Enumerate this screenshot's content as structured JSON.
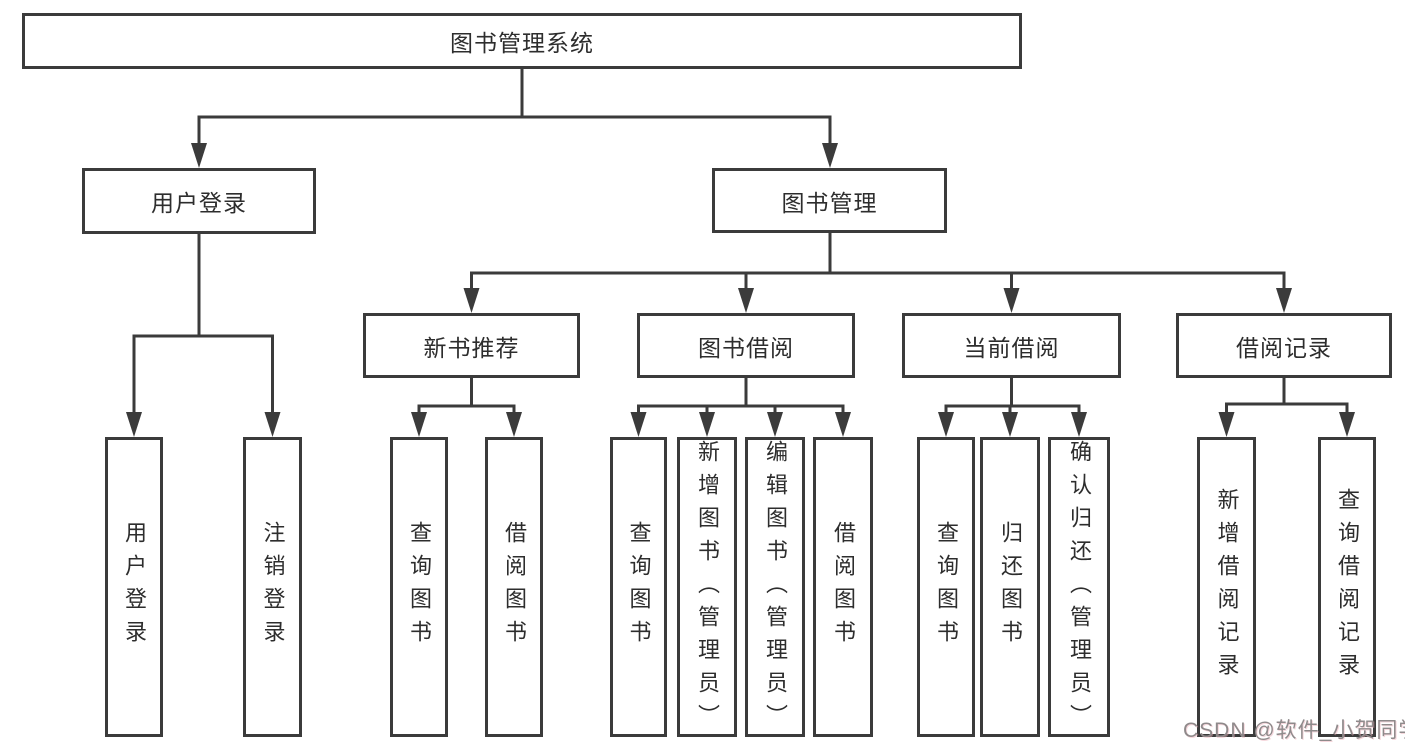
{
  "colors": {
    "line": "#3b3b3b",
    "background": "#ffffff",
    "box_border": "#3b3b3b",
    "text": "#2d2d2d",
    "watermark": "#8f8a8b"
  },
  "watermark": {
    "text": "CSDN @软件_小贺同学"
  },
  "tree": {
    "label": "图书管理系统",
    "children": [
      {
        "label": "用户登录",
        "children": [
          {
            "label": "用户登录"
          },
          {
            "label": "注销登录"
          }
        ]
      },
      {
        "label": "图书管理",
        "children": [
          {
            "label": "新书推荐",
            "children": [
              {
                "label": "查询图书"
              },
              {
                "label": "借阅图书"
              }
            ]
          },
          {
            "label": "图书借阅",
            "children": [
              {
                "label": "查询图书"
              },
              {
                "label": "新增图书（管理员）"
              },
              {
                "label": "编辑图书（管理员）"
              },
              {
                "label": "借阅图书"
              }
            ]
          },
          {
            "label": "当前借阅",
            "children": [
              {
                "label": "查询图书"
              },
              {
                "label": "归还图书"
              },
              {
                "label": "确认归还（管理员）"
              }
            ]
          },
          {
            "label": "借阅记录",
            "children": [
              {
                "label": "新增借阅记录"
              },
              {
                "label": "查询借阅记录"
              }
            ]
          }
        ]
      }
    ]
  }
}
